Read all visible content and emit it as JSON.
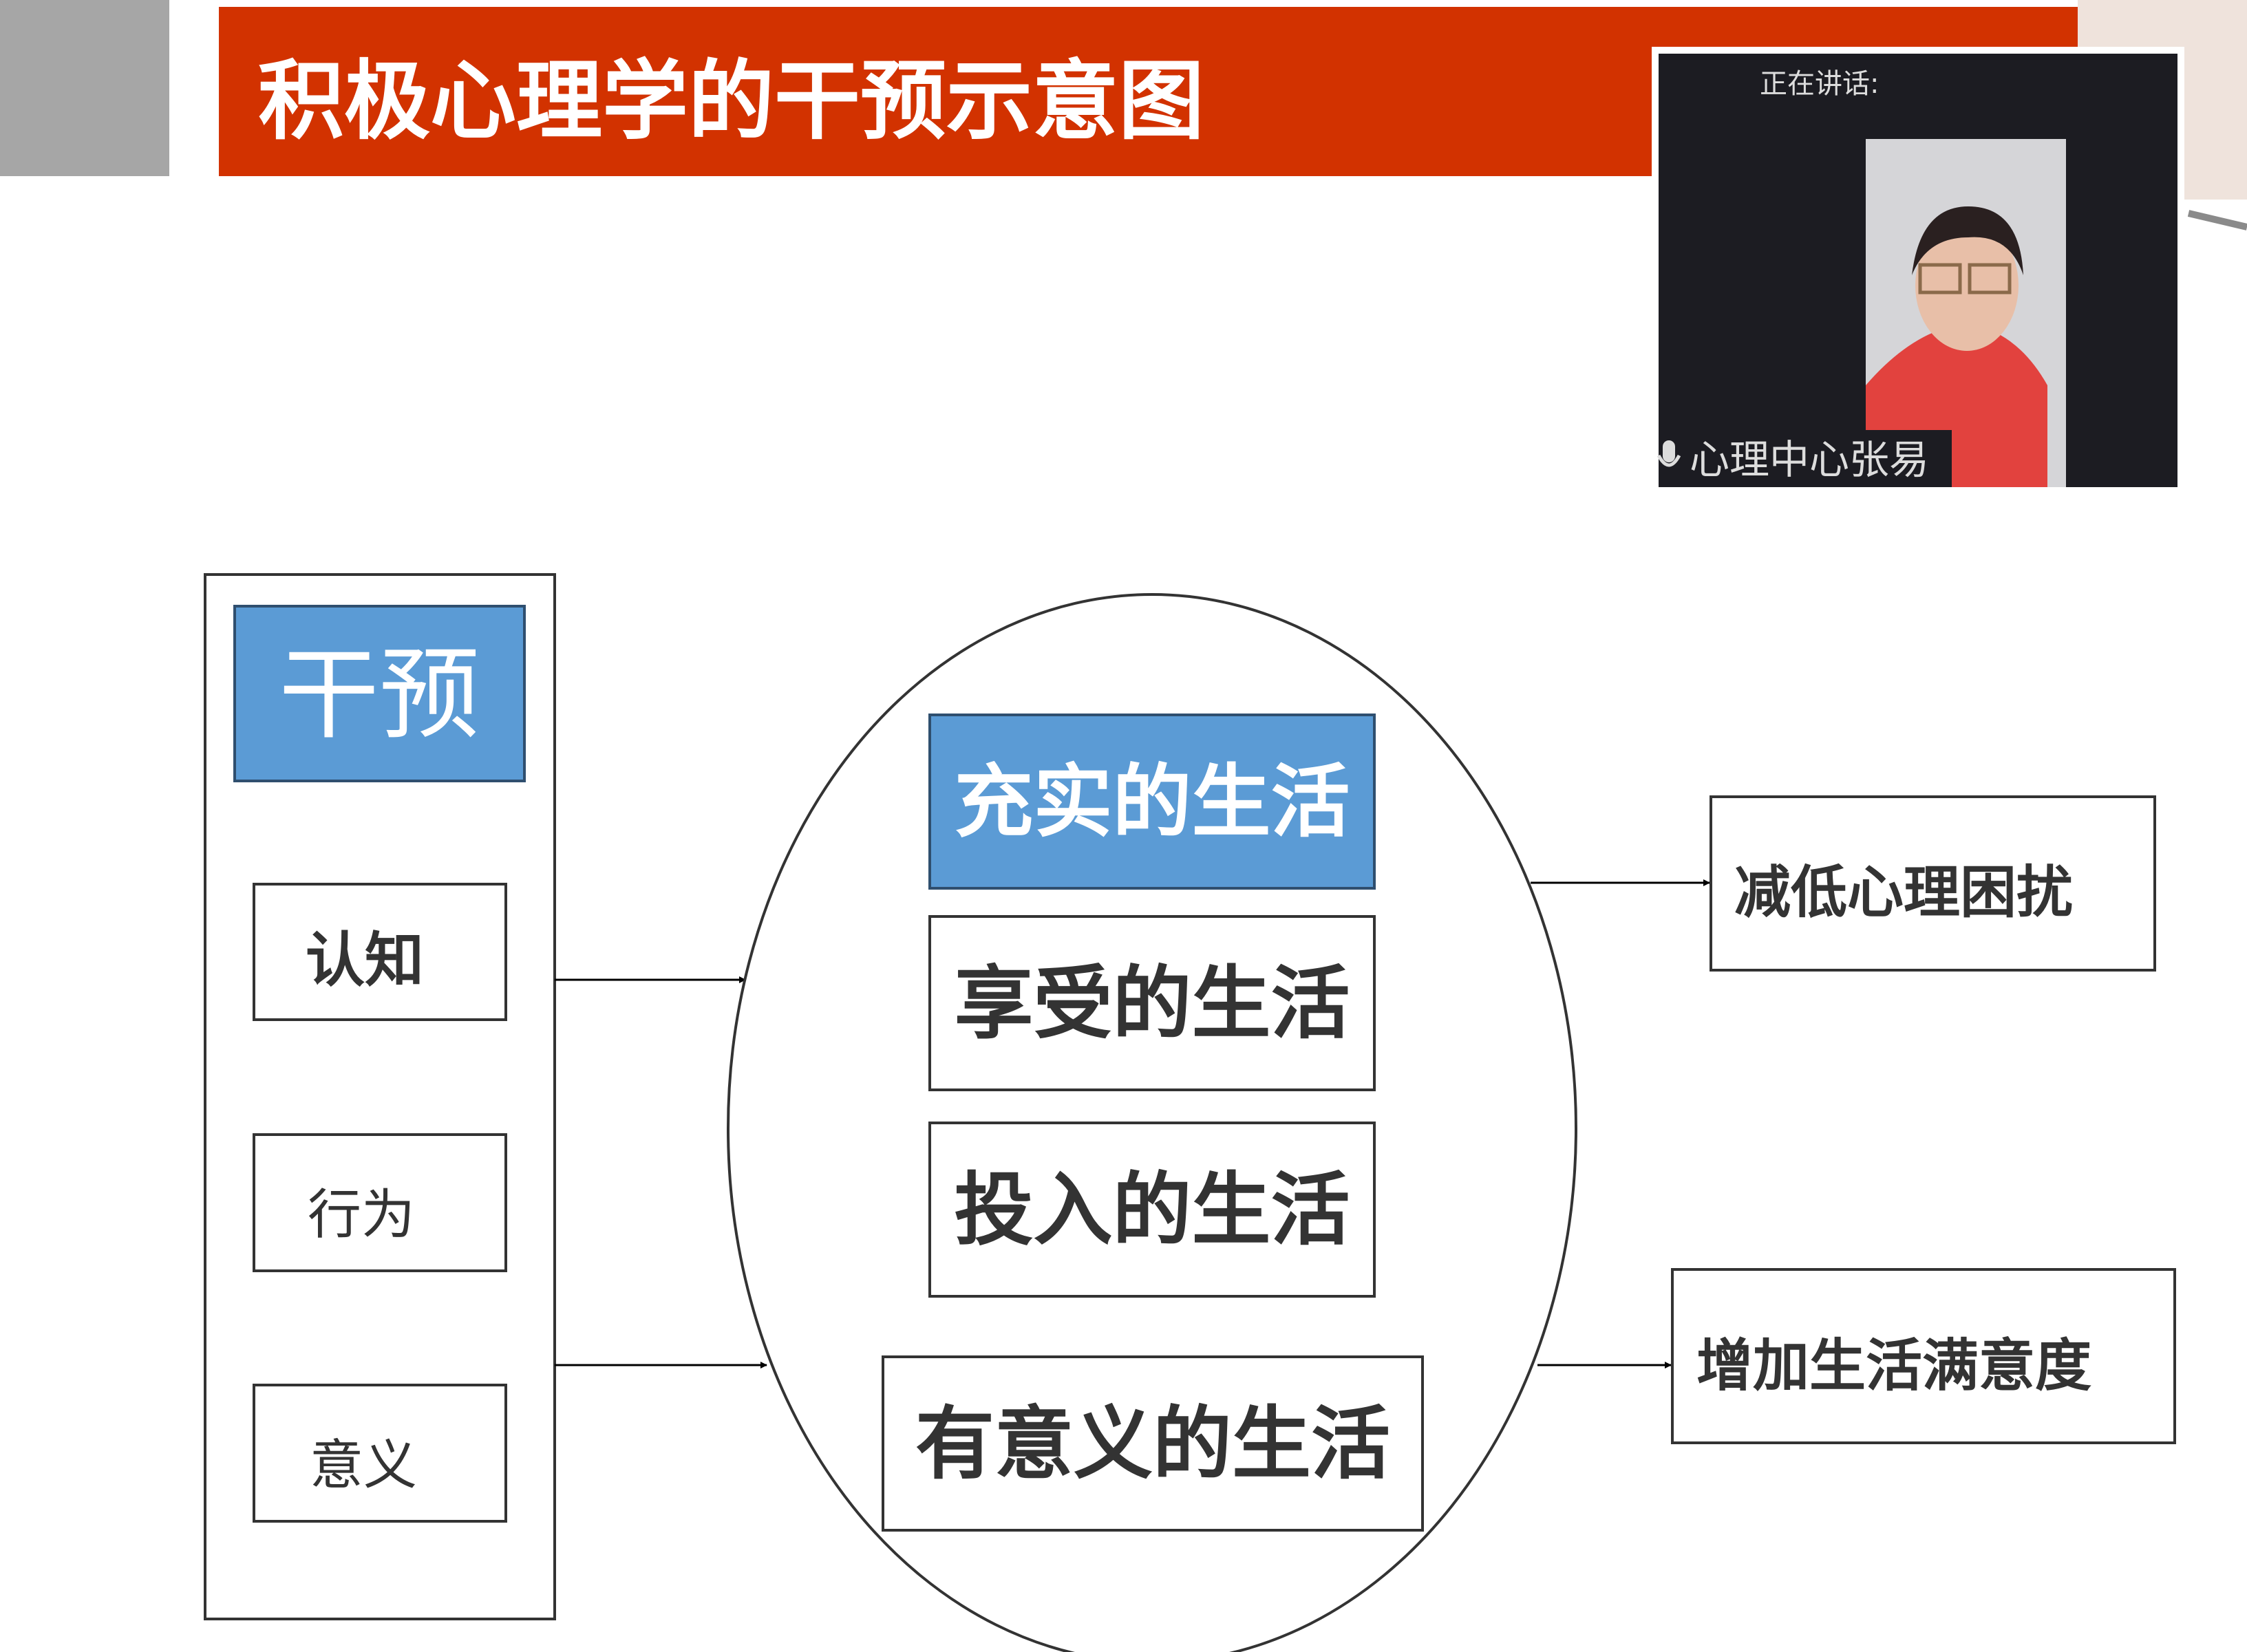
{
  "slide": {
    "title": "积极心理学的干预示意图",
    "intervention": {
      "header": "干预",
      "items": [
        "认知",
        "行为",
        "意义"
      ]
    },
    "lives": {
      "highlighted": "充实的生活",
      "items": [
        "享受的生活",
        "投入的生活",
        "有意义的生活"
      ]
    },
    "outcomes": [
      "减低心理困扰",
      "增加生活满意度"
    ]
  },
  "video_call": {
    "speaking_label": "正在讲话:",
    "speaker_name": "心理中心张易"
  },
  "colors": {
    "title_bar": "#d23200",
    "accent_blue": "#5b9bd5",
    "side_gray": "#a6a6a6",
    "video_bg": "#1c1c22"
  }
}
